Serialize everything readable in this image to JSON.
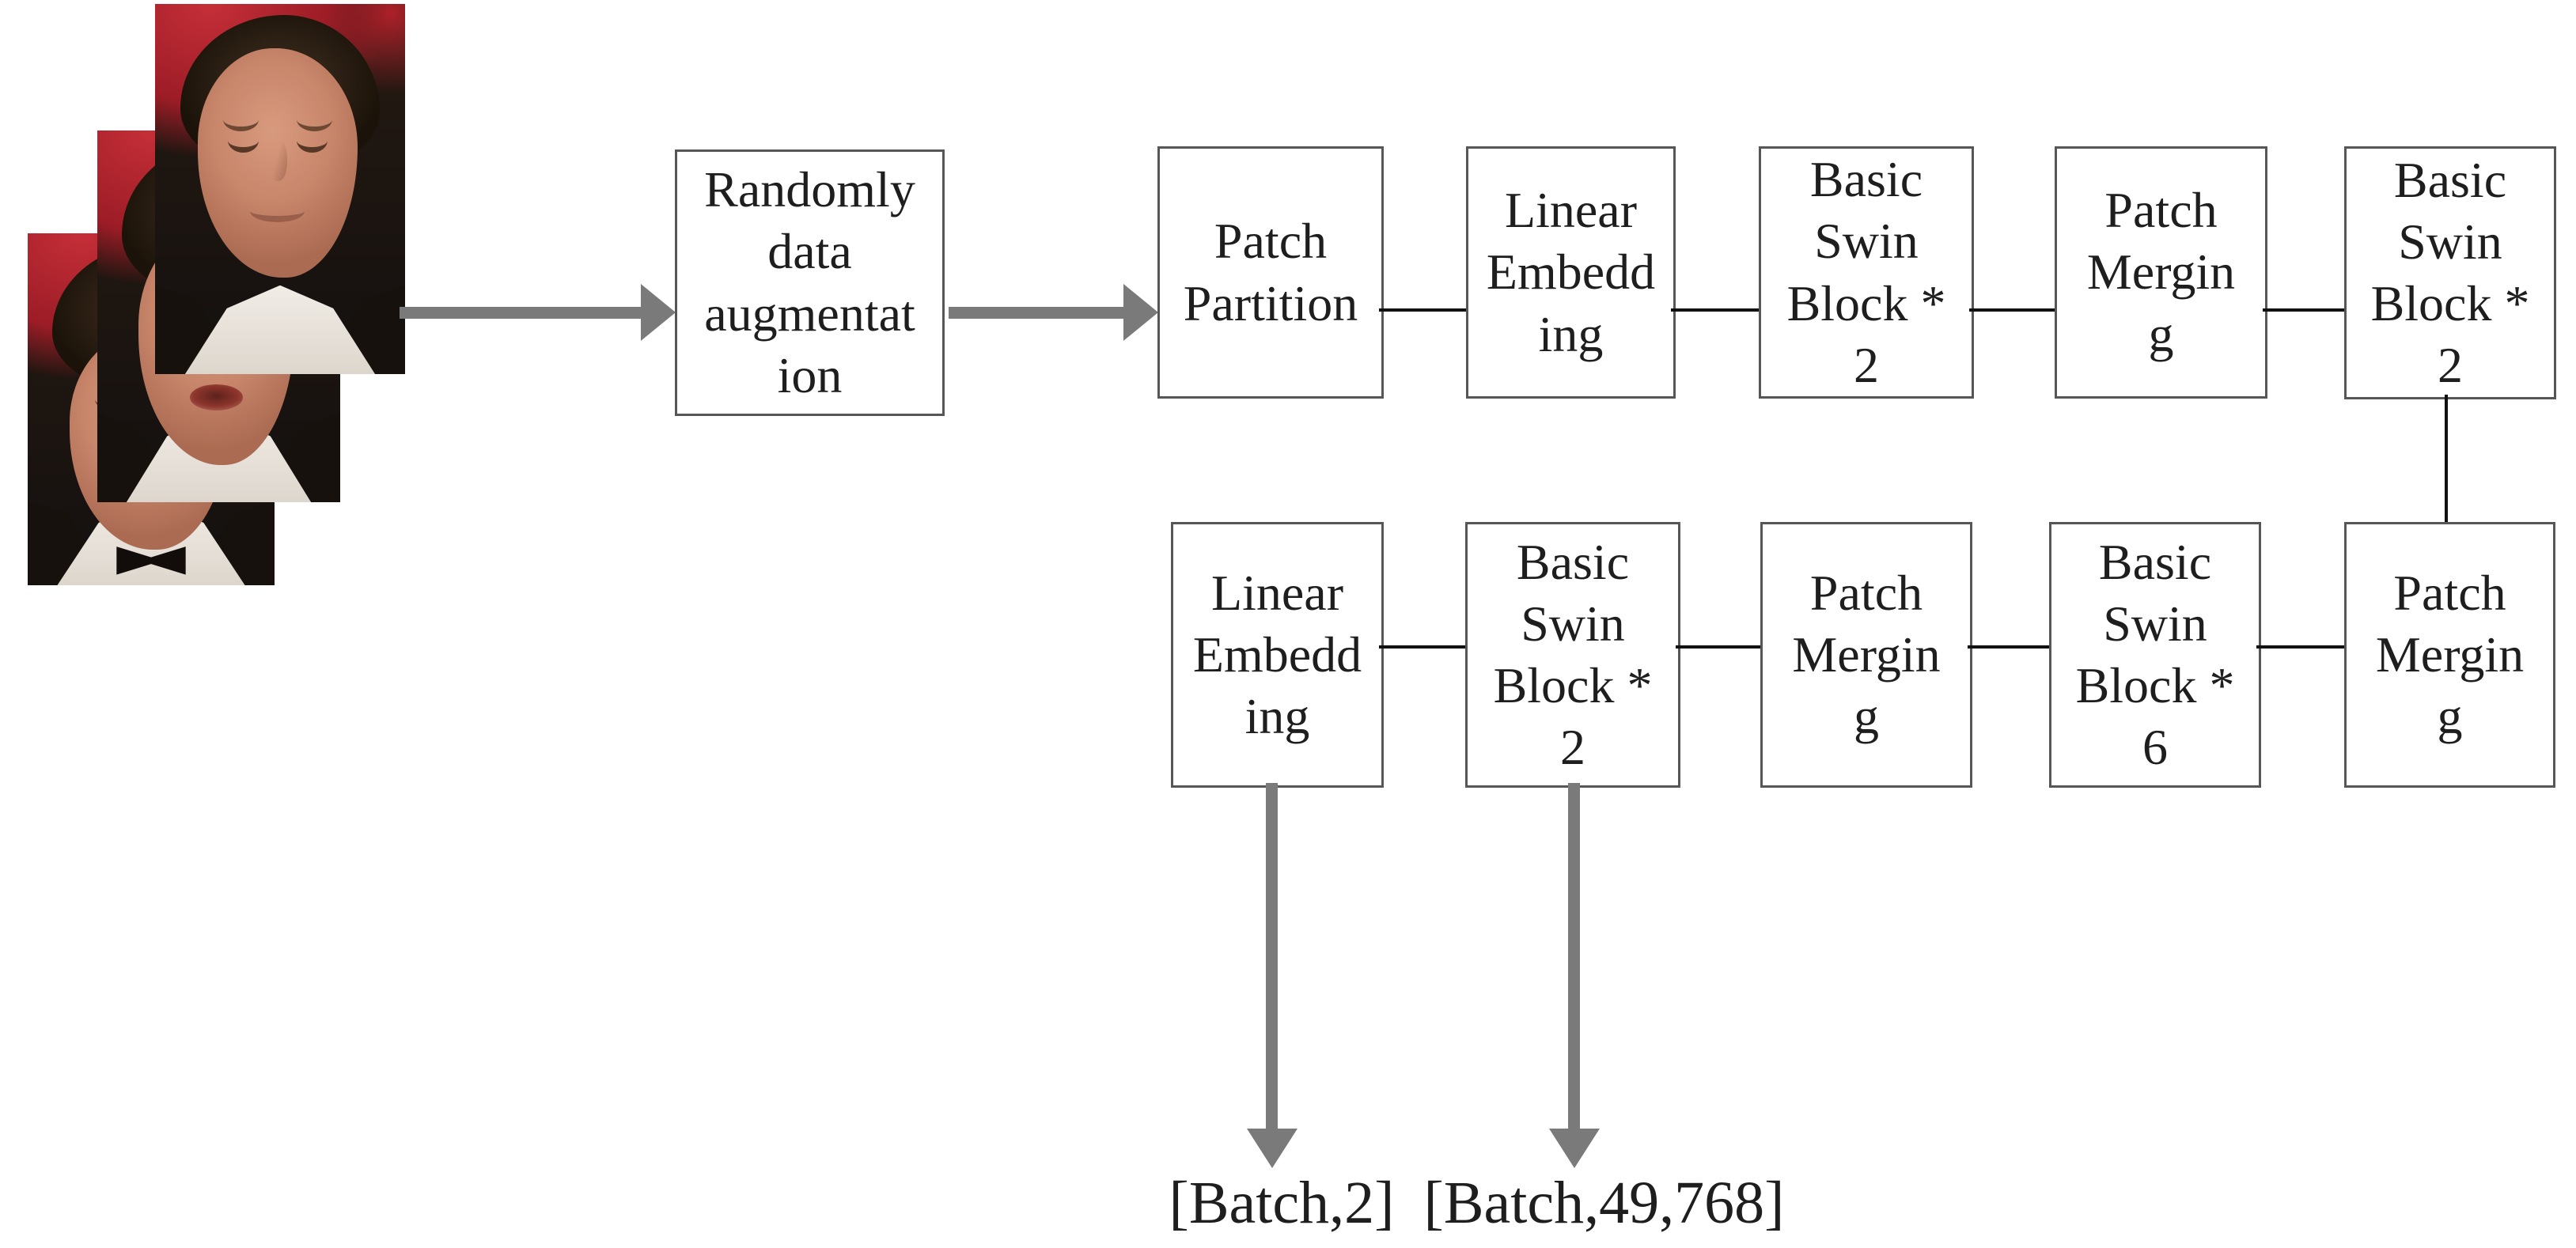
{
  "colors": {
    "background": "#ffffff",
    "arrow_gray": "#7a7a7a",
    "box_border": "#565656",
    "connector_black": "#111111",
    "text": "#1e1e1e"
  },
  "input_stack": {
    "photo_count": 3
  },
  "row1": [
    {
      "label": "Randomly\ndata\naugmentat\nion"
    },
    {
      "label": "Patch\nPartition"
    },
    {
      "label": "Linear\nEmbedd\ning"
    },
    {
      "label": "Basic\nSwin\nBlock *\n2"
    },
    {
      "label": "Patch\nMergin\ng"
    },
    {
      "label": "Basic\nSwin\nBlock *\n2"
    }
  ],
  "row2": [
    {
      "label": "Linear\nEmbedd\ning"
    },
    {
      "label": "Basic\nSwin\nBlock *\n2"
    },
    {
      "label": "Patch\nMergin\ng"
    },
    {
      "label": "Basic\nSwin\nBlock *\n6"
    },
    {
      "label": "Patch\nMergin\ng"
    }
  ],
  "outputs": [
    {
      "label": "[Batch,2]"
    },
    {
      "label": "[Batch,49,768]"
    }
  ]
}
